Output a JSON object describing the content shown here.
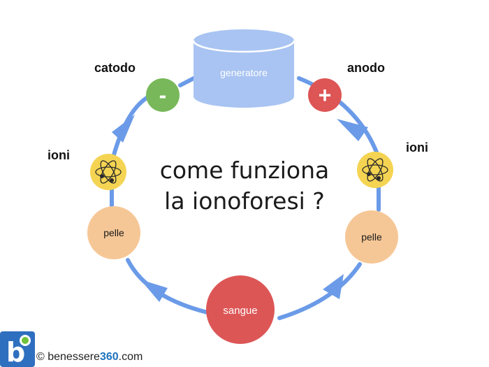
{
  "title": {
    "line1": "come funziona",
    "line2": "la ionoforesi ?"
  },
  "nodes": {
    "generator": {
      "label": "generatore"
    },
    "cathode": {
      "label": "catodo",
      "symbol": "-"
    },
    "anode": {
      "label": "anodo",
      "symbol": "+"
    },
    "ions_left": {
      "label": "ioni"
    },
    "ions_right": {
      "label": "ioni"
    },
    "skin_left": {
      "label": "pelle"
    },
    "skin_right": {
      "label": "pelle"
    },
    "blood": {
      "label": "sangue"
    }
  },
  "footer": {
    "prefix": "© benessere",
    "brand": "360",
    "suffix": ".com"
  },
  "logo": {
    "name": "benessere360-logo"
  },
  "colors": {
    "ring": "#6b9be8",
    "generator": "#a9c4f2",
    "cathode": "#78b85a",
    "anode": "#dd5555",
    "ions": "#f4d452",
    "skin": "#f6c796",
    "blood": "#dd5656"
  }
}
